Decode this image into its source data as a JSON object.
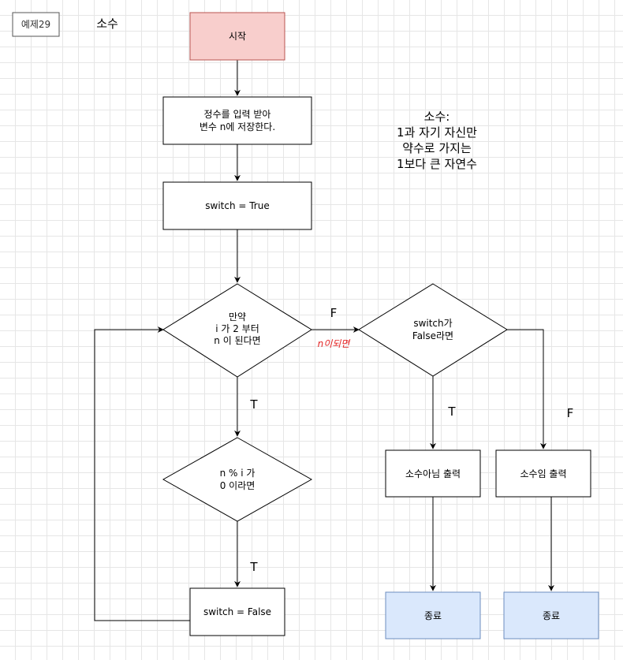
{
  "header": {
    "tag": "예제29",
    "title": "소수"
  },
  "nodes": {
    "start": "시작",
    "input": [
      "정수를 입력 받아",
      "변수 n에 저장한다."
    ],
    "init": "switch = True",
    "loop_cond": [
      "만약",
      "i 가 2 부터",
      "n 이 된다면"
    ],
    "mod_cond": [
      "n % i 가",
      "0 이라면"
    ],
    "set_false": "switch = False",
    "switch_check": [
      "switch가",
      "False라면"
    ],
    "not_prime": "소수아님 출력",
    "prime": "소수임 출력",
    "end1": "종료",
    "end2": "종료"
  },
  "definition": [
    "소수:",
    "1과 자기 자신만",
    "약수로 가지는",
    "1보다 큰 자연수"
  ],
  "edge_labels": {
    "loop_false": "F",
    "loop_false_note": "n이되면",
    "loop_true": "T",
    "mod_true": "T",
    "switch_true": "T",
    "switch_false": "F"
  },
  "colors": {
    "start_fill": "#f8cecc",
    "start_stroke": "#b85450",
    "end_fill": "#dae8fc",
    "end_stroke": "#6c8ebf",
    "note_red": "#e32626"
  }
}
